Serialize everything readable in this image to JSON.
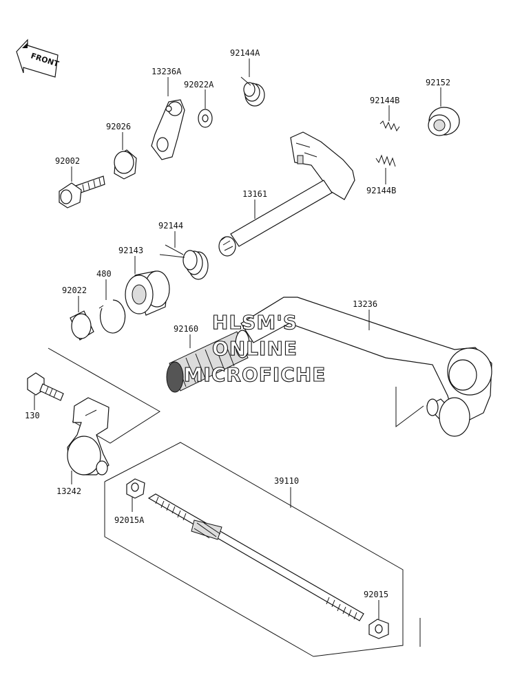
{
  "orientation": {
    "front_label": "FRONT"
  },
  "watermark": [
    "HLSM'S",
    "ONLINE",
    "MICROFICHE"
  ],
  "parts": {
    "p92144A": "92144A",
    "p13236A": "13236A",
    "p92022A": "92022A",
    "p92152": "92152",
    "p92144B_top": "92144B",
    "p92026": "92026",
    "p92002": "92002",
    "p92144B_bottom": "92144B",
    "p13161": "13161",
    "p92144": "92144",
    "p92143": "92143",
    "p480": "480",
    "p92022": "92022",
    "p13236": "13236",
    "p92160": "92160",
    "p130": "130",
    "p13242": "13242",
    "p39110": "39110",
    "p92015A": "92015A",
    "p92015": "92015"
  }
}
